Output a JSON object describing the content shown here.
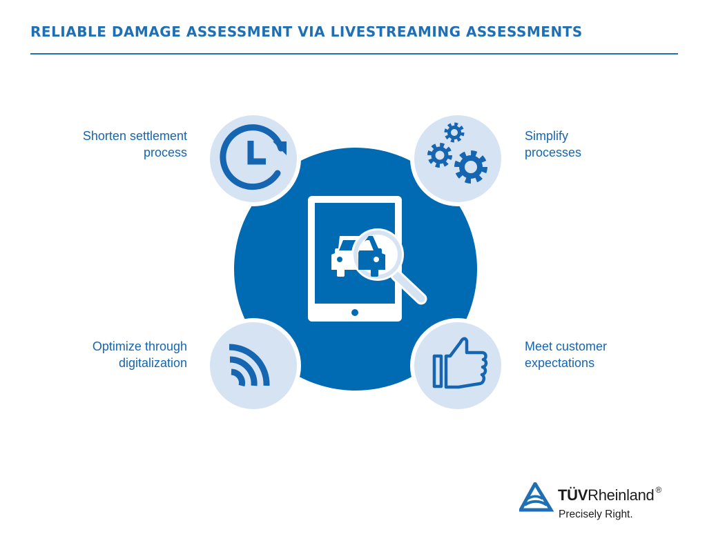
{
  "title": "RELIABLE DAMAGE ASSESSMENT VIA LIVESTREAMING ASSESSMENTS",
  "colors": {
    "primary": "#1565b0",
    "center_fill": "#006ab3",
    "satellite_fill": "#d6e3f3",
    "white": "#ffffff"
  },
  "center": {
    "icons": [
      "tablet-icon",
      "car-icon",
      "magnifier-icon"
    ]
  },
  "benefits": [
    {
      "icon": "clock-icon",
      "lines": [
        "Shorten settlement",
        "process"
      ]
    },
    {
      "icon": "gears-icon",
      "lines": [
        "Simplify",
        "processes"
      ]
    },
    {
      "icon": "signal-icon",
      "lines": [
        "Optimize through",
        "digitalization"
      ]
    },
    {
      "icon": "thumbs-up-icon",
      "lines": [
        "Meet customer",
        "expectations"
      ]
    }
  ],
  "brand": {
    "name_prefix": "TÜV",
    "name_suffix": "Rheinland",
    "registered": "®",
    "tagline": "Precisely Right.",
    "logo_icon": "tuv-triangle-logo-icon"
  }
}
